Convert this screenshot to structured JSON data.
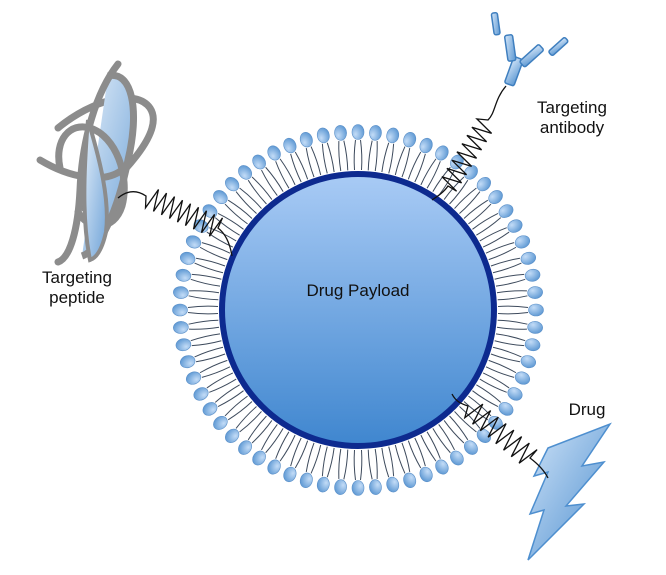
{
  "core": {
    "label": "Drug Payload",
    "fill_light": "#a9cbf5",
    "fill_dark": "#3f86cf",
    "border_color": "#0d2a8f"
  },
  "bilayer": {
    "head_light": "#c3dcf7",
    "head_dark": "#5d98d3",
    "tail_color": "#3d4a5c"
  },
  "ligands": {
    "peptide": {
      "line1": "Targeting",
      "line2": "peptide",
      "icon": "peptide-coil-icon"
    },
    "antibody": {
      "line1": "Targeting",
      "line2": "antibody",
      "icon": "antibody-y-icon",
      "color": "#5b97d2"
    },
    "drug": {
      "line1": "Drug",
      "icon": "lightning-bolt-icon",
      "color": "#5b97d2"
    }
  },
  "linker_color": "#111111"
}
